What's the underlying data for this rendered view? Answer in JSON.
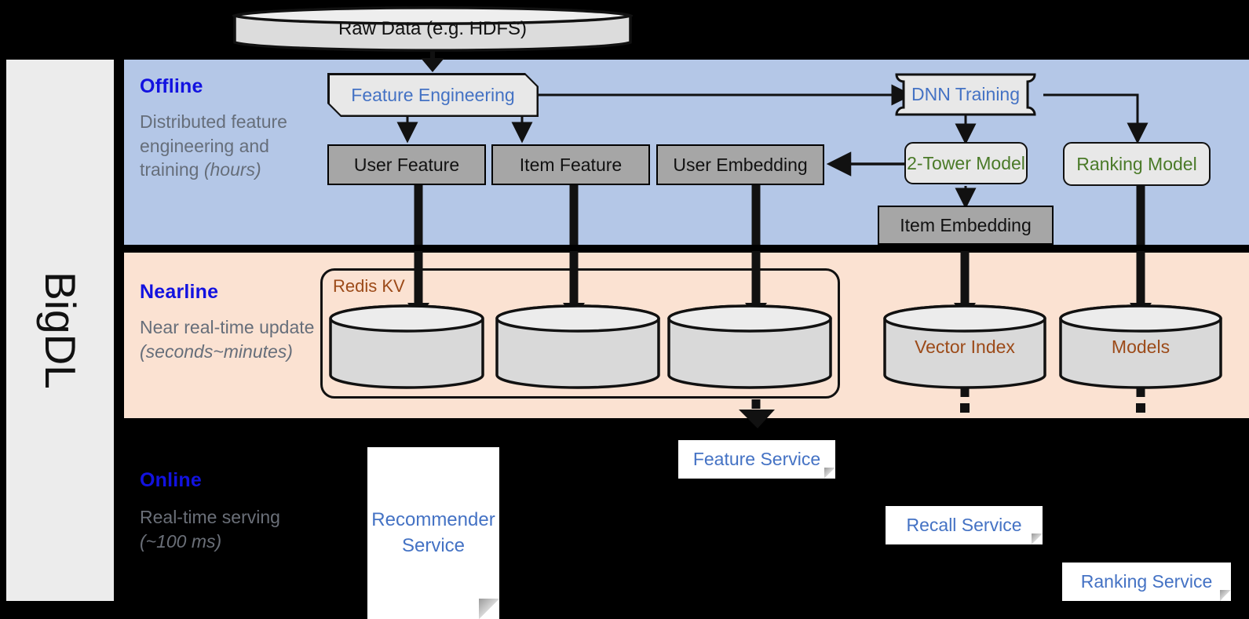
{
  "sidebar": {
    "label": "BigDL"
  },
  "bands": {
    "offline": {
      "title": "Offline",
      "subtitle_plain": "Distributed feature engineering and training ",
      "subtitle_em": "(hours)"
    },
    "nearline": {
      "title": "Nearline",
      "subtitle_plain": "Near real-time update ",
      "subtitle_em": "(seconds~minutes)"
    },
    "online": {
      "title": "Online",
      "subtitle_plain": "Real-time serving ",
      "subtitle_em": "(~100 ms)"
    }
  },
  "nodes": {
    "raw_data": "Raw Data (e.g. HDFS)",
    "feature_engineering": "Feature Engineering",
    "dnn_training": "DNN Training",
    "user_feature": "User Feature",
    "item_feature": "Item Feature",
    "user_embedding": "User Embedding",
    "two_tower_model": "2-Tower Model",
    "ranking_model": "Ranking Model",
    "item_embedding": "Item Embedding",
    "redis_kv": "Redis KV",
    "vector_index": "Vector Index",
    "models": "Models",
    "recommender_service": "Recommender Service",
    "feature_service": "Feature Service",
    "recall_service": "Recall Service",
    "ranking_service": "Ranking Service"
  },
  "colors": {
    "offline_band": "#b4c7e7",
    "nearline_band": "#fbe2d2",
    "online_band": "#000000",
    "band_title": "#1212e0",
    "band_subtitle": "#666e7a",
    "blue_text": "#4472c4",
    "green_text": "#4a7a28",
    "brown_text": "#9c4a18",
    "gray_box": "#a6a6a6",
    "proc_box": "#e8e8e8",
    "sidebar": "#ececec"
  }
}
